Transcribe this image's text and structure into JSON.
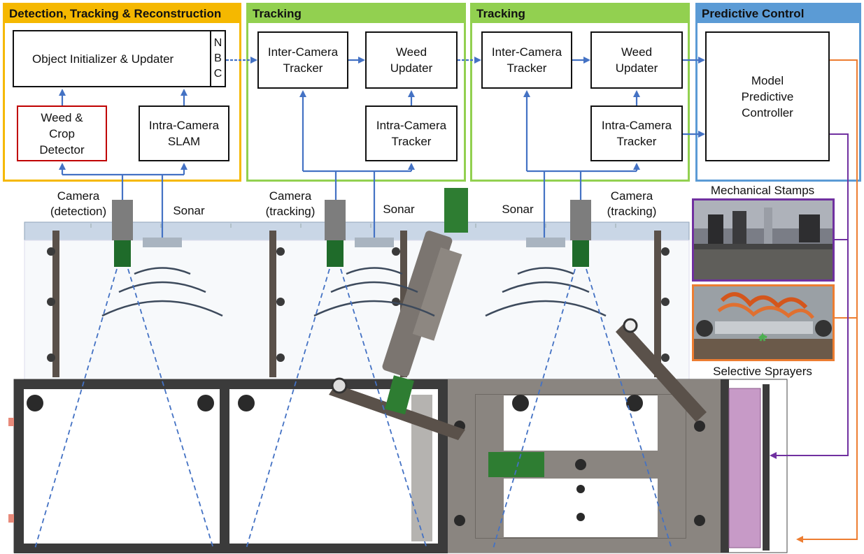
{
  "colors": {
    "panel_detection": "#f5b800",
    "panel_tracking": "#92d050",
    "panel_predictive": "#5b9bd5",
    "arrow_blue": "#4472c4",
    "arrow_orange": "#ed7d31",
    "arrow_purple": "#7030a0",
    "detector_border": "#c00000",
    "camera_green": "#1f6b2a",
    "frame_metal": "#4a4a4a",
    "sonar_arcs": "#3d4a5c"
  },
  "panels": {
    "detection": {
      "title": "Detection, Tracking & Reconstruction",
      "object_initializer": "Object Initializer & Updater",
      "nbc": [
        "N",
        "B",
        "C"
      ],
      "weed_crop_detector": "Weed &\nCrop\nDetector",
      "intra_camera_slam": "Intra-Camera\nSLAM"
    },
    "tracking1": {
      "title": "Tracking",
      "inter_camera_tracker": "Inter-Camera\nTracker",
      "weed_updater": "Weed\nUpdater",
      "intra_camera_tracker": "Intra-Camera\nTracker"
    },
    "tracking2": {
      "title": "Tracking",
      "inter_camera_tracker": "Inter-Camera\nTracker",
      "weed_updater": "Weed\nUpdater",
      "intra_camera_tracker": "Intra-Camera\nTracker"
    },
    "predictive": {
      "title": "Predictive Control",
      "mpc": "Model\nPredictive\nController"
    }
  },
  "labels": {
    "camera_detection": "Camera\n(detection)",
    "sonar_1": "Sonar",
    "camera_tracking_1": "Camera\n(tracking)",
    "sonar_2": "Sonar",
    "sonar_3": "Sonar",
    "camera_tracking_2": "Camera\n(tracking)",
    "mechanical_stamps": "Mechanical Stamps",
    "selective_sprayers": "Selective Sprayers"
  },
  "icons": {
    "detection_camera": "camera-icon",
    "tracking_camera": "camera-icon",
    "sonar": "sonar-icon",
    "stamps_photo": "mechanical-stamps-photo",
    "sprayers_photo": "selective-sprayers-photo"
  }
}
